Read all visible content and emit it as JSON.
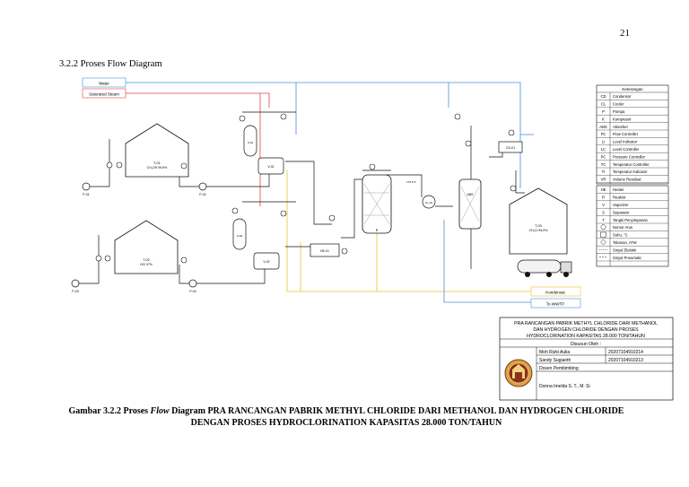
{
  "page_number": "21",
  "section_title": "3.2.2 Proses Flow Diagram",
  "streams": {
    "water": "Water",
    "saturated_steam": "Saturated Steam",
    "kondensat": "Kondensat",
    "to_wwtp": "To WWTP"
  },
  "equipment": {
    "tank_methanol": "T-01",
    "tank_methanol_content": "CH₃OH 99,9%",
    "tank_hcl": "T-02",
    "tank_hcl_content": "HCl 37%",
    "product_tank": "T-03",
    "product_tank_content": "CH₃Cl 99,9%",
    "pump_1": "P-01",
    "pump_2": "P-02",
    "pump_3": "P-03",
    "pump_4": "P-04",
    "vaporizer_1": "V-01",
    "vaporizer_2": "V-02",
    "separator_1": "S-01",
    "separator_2": "S-02",
    "heater": "HE-01",
    "reactor": "R",
    "cooler": "CL-01",
    "absorber": "ABS",
    "condenser": "CD-01",
    "temp_gas_outlet": "175,6°C"
  },
  "legend": {
    "title": "Keterangan",
    "items": [
      {
        "code": "CD",
        "desc": "Condensor"
      },
      {
        "code": "CL",
        "desc": "Cooler"
      },
      {
        "code": "P",
        "desc": "Pompa"
      },
      {
        "code": "K",
        "desc": "Kompresor"
      },
      {
        "code": "ABS",
        "desc": "Absorber"
      },
      {
        "code": "FC",
        "desc": "Flow Controller"
      },
      {
        "code": "LI",
        "desc": "Level Indicator"
      },
      {
        "code": "LC",
        "desc": "Level Controller"
      },
      {
        "code": "PC",
        "desc": "Pressure Controller"
      },
      {
        "code": "TC",
        "desc": "Temperatur Controller"
      },
      {
        "code": "TI",
        "desc": "Temperatur Indicator"
      },
      {
        "code": "VR",
        "desc": "Volume Residual"
      },
      {
        "code": "HE",
        "desc": "Heater"
      },
      {
        "code": "R",
        "desc": "Reaktor"
      },
      {
        "code": "V",
        "desc": "Vaporizer"
      },
      {
        "code": "S",
        "desc": "Separator"
      },
      {
        "code": "T",
        "desc": "Tangki Penyimpanan"
      }
    ],
    "symbols": [
      "Nomor Arus",
      "Suhu, °C",
      "Tekanan, ATM",
      "Sinyal Elektrik",
      "Sinyal Pneumatic"
    ]
  },
  "title_block": {
    "title_line1": "PRA RANCANGAN PABRIK METHYL CHLORIDE DARI METHANOL",
    "title_line2": "DAN HYDROGEN CHLORIDE DENGAN PROSES",
    "title_line3": "HYDROCLORINATION KAPASITAS 28.000 TON/TAHUN",
    "disusun_label": "Disusun Oleh :",
    "authors": [
      {
        "name": "Moh Rizki Aulia",
        "nim": "20207104910214"
      },
      {
        "name": "Sandy Sugianth",
        "nim": "20207104910213"
      }
    ],
    "dosen_label": "Dosen Pembimbing",
    "dosen_name": "Donna Imelda S. T., M. Si"
  },
  "caption": {
    "prefix": "Gambar 3.2.2 Proses ",
    "italic": "Flow",
    "rest": " Diagram PRA RANCANGAN PABRIK METHYL CHLORIDE DARI METHANOL DAN HYDROGEN CHLORIDE DENGAN PROSES HYDROCLORINATION KAPASITAS 28.000 TON/TAHUN"
  },
  "colors": {
    "water": "#4a90d9",
    "steam": "#e04545",
    "condensate": "#f0c030",
    "process": "#111111"
  }
}
